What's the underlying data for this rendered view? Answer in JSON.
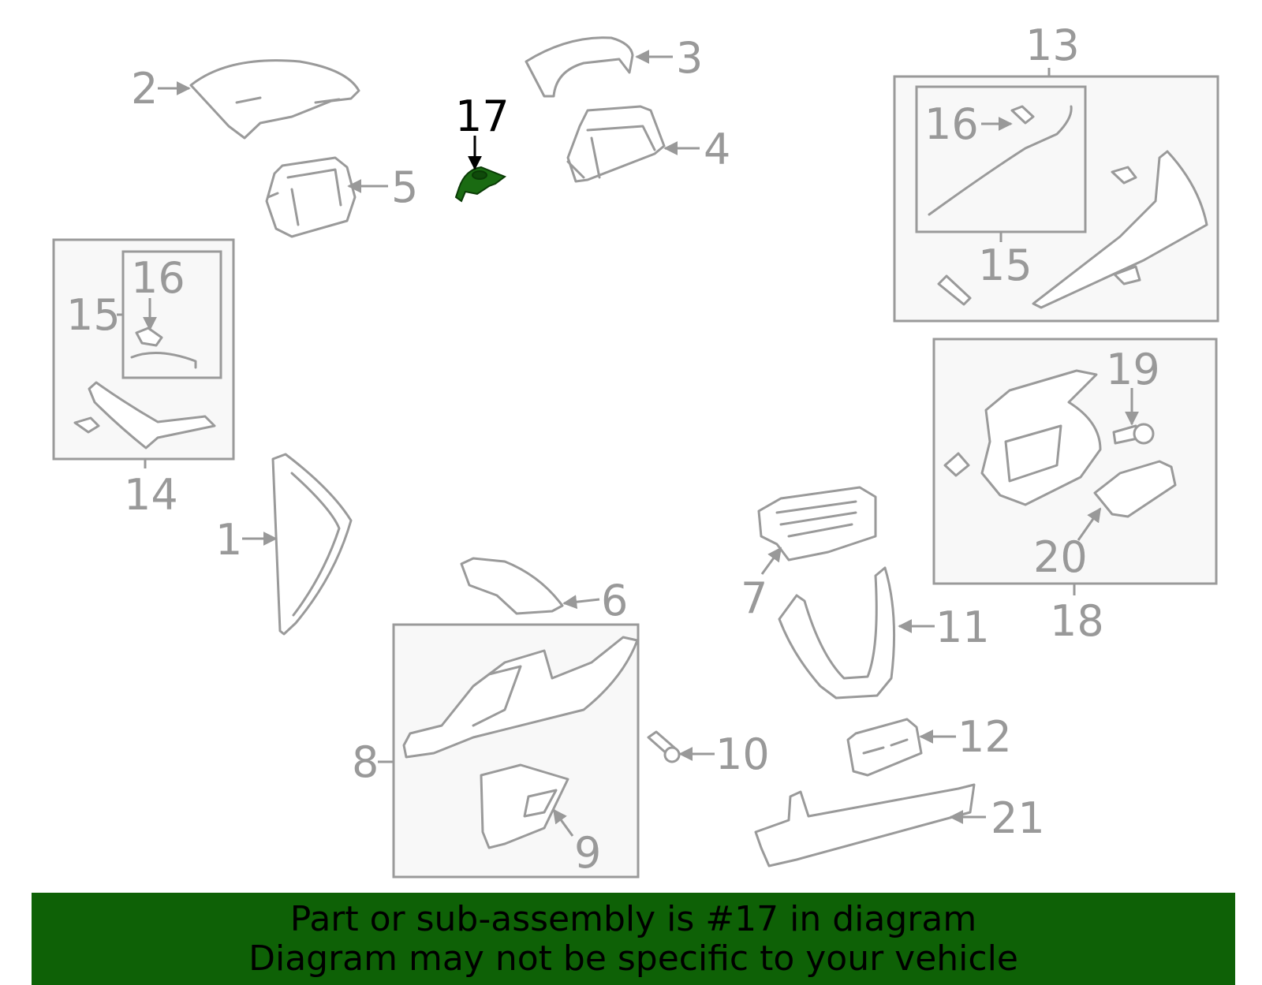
{
  "colors": {
    "highlight": "#1a6b12",
    "banner": "#0e6106",
    "linework": "#9a9a9a",
    "label": "#999999"
  },
  "highlighted_part": "17",
  "callouts": [
    "1",
    "2",
    "3",
    "4",
    "5",
    "6",
    "7",
    "8",
    "9",
    "10",
    "11",
    "12",
    "13",
    "14",
    "15",
    "16",
    "17",
    "18",
    "19",
    "20",
    "21"
  ],
  "banner": {
    "line1": "Part or sub-assembly is #17 in diagram",
    "line2": "Diagram may not be specific to your vehicle"
  }
}
